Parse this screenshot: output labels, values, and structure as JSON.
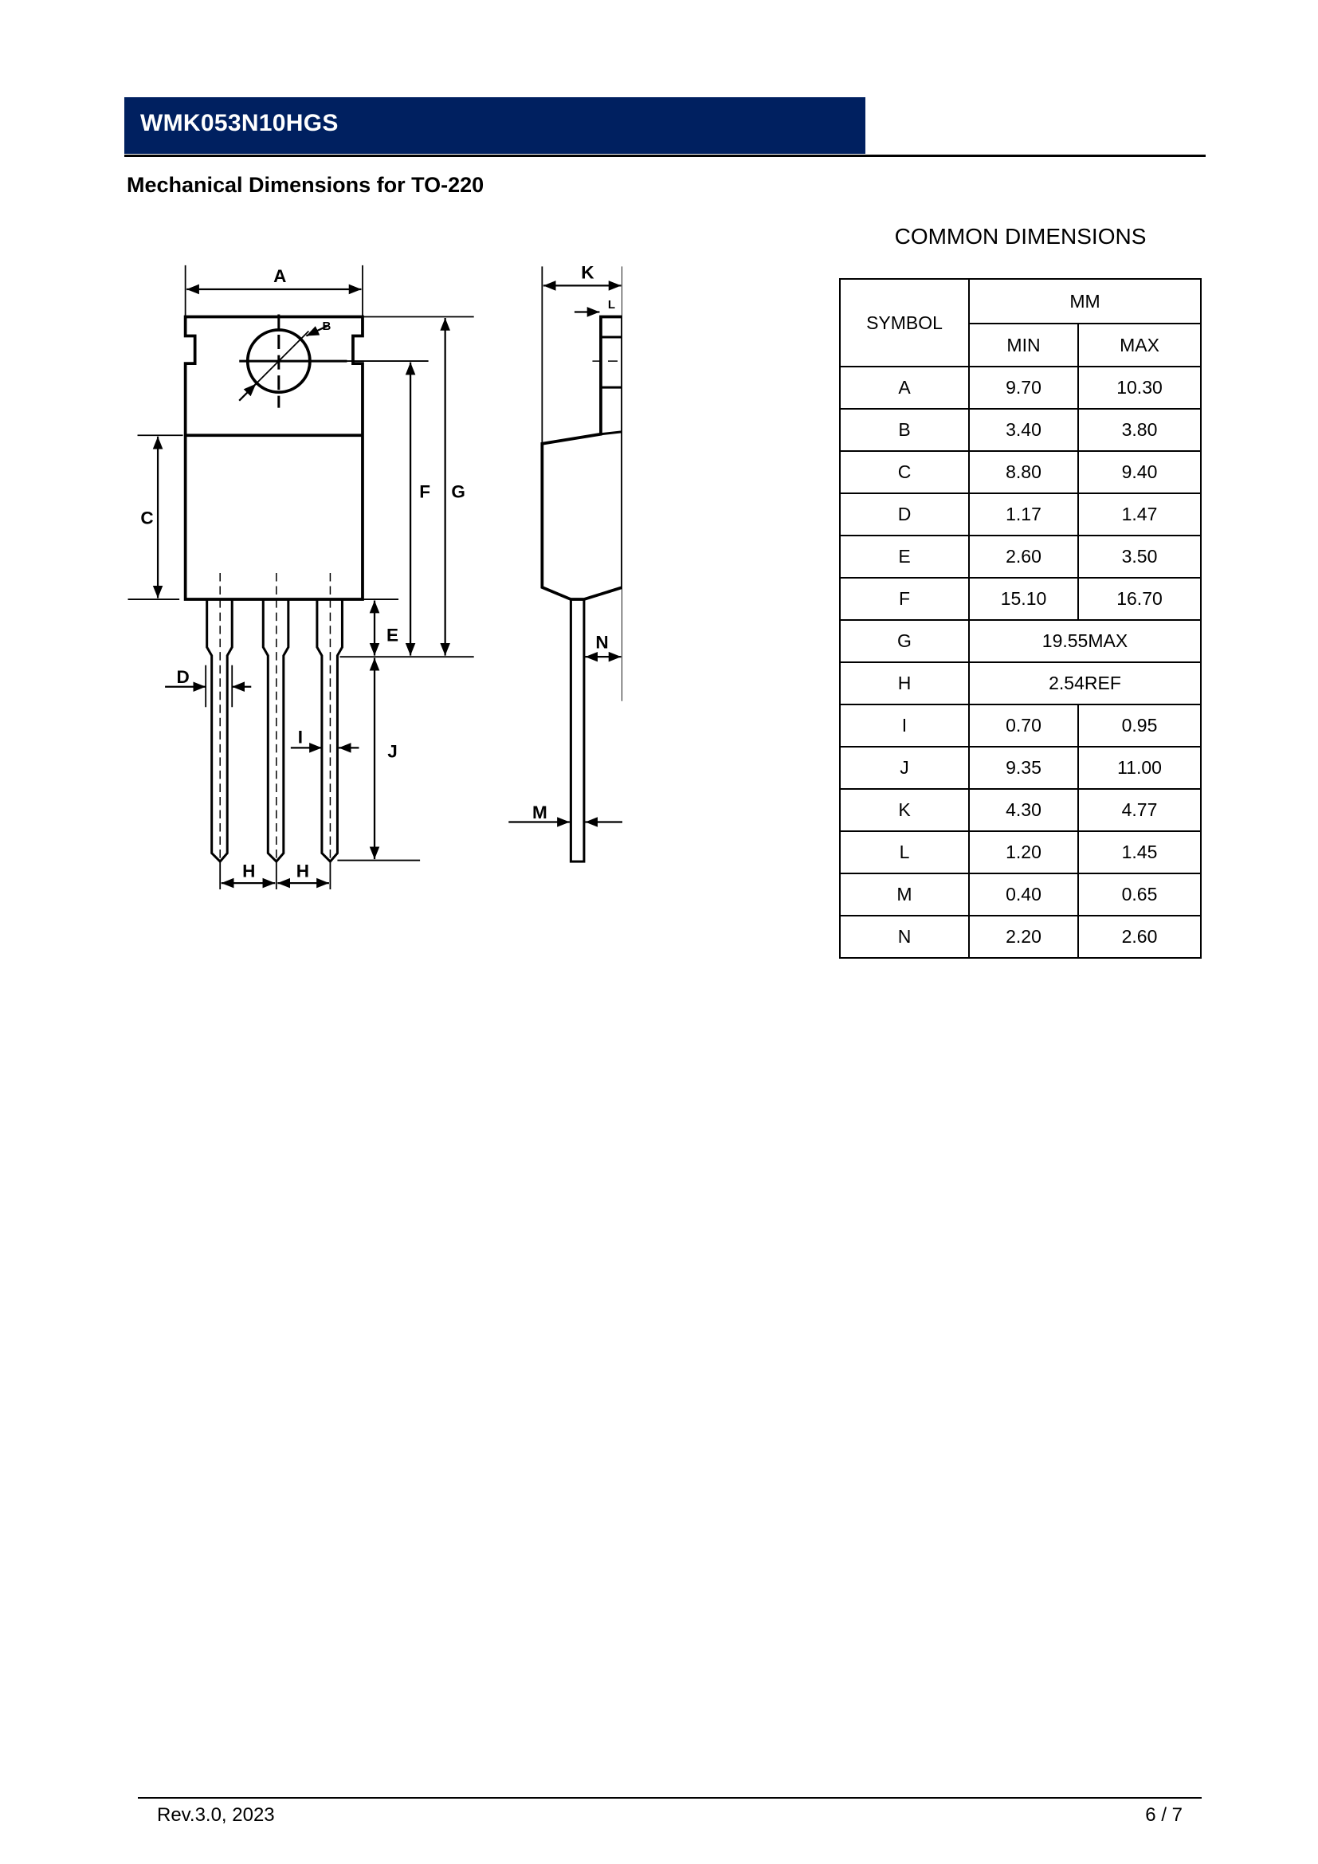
{
  "header": {
    "title": "WMK053N10HGS",
    "bar_color": "#002060"
  },
  "section_title": "Mechanical Dimensions for TO-220",
  "diagram": {
    "labels": {
      "A": "A",
      "B": "B",
      "C": "C",
      "D": "D",
      "E": "E",
      "F": "F",
      "G": "G",
      "H": "H",
      "I": "I",
      "J": "J",
      "K": "K",
      "L": "L",
      "M": "M",
      "N": "N"
    }
  },
  "table": {
    "caption": "COMMON DIMENSIONS",
    "symbol_header": "SYMBOL",
    "unit_header": "MM",
    "min_header": "MIN",
    "max_header": "MAX",
    "rows": [
      {
        "symbol": "A",
        "min": "9.70",
        "max": "10.30"
      },
      {
        "symbol": "B",
        "min": "3.40",
        "max": "3.80"
      },
      {
        "symbol": "C",
        "min": "8.80",
        "max": "9.40"
      },
      {
        "symbol": "D",
        "min": "1.17",
        "max": "1.47"
      },
      {
        "symbol": "E",
        "min": "2.60",
        "max": "3.50"
      },
      {
        "symbol": "F",
        "min": "15.10",
        "max": "16.70"
      },
      {
        "symbol": "G",
        "value": "19.55MAX"
      },
      {
        "symbol": "H",
        "value": "2.54REF"
      },
      {
        "symbol": "I",
        "min": "0.70",
        "max": "0.95"
      },
      {
        "symbol": "J",
        "min": "9.35",
        "max": "11.00"
      },
      {
        "symbol": "K",
        "min": "4.30",
        "max": "4.77"
      },
      {
        "symbol": "L",
        "min": "1.20",
        "max": "1.45"
      },
      {
        "symbol": "M",
        "min": "0.40",
        "max": "0.65"
      },
      {
        "symbol": "N",
        "min": "2.20",
        "max": "2.60"
      }
    ]
  },
  "footer": {
    "revision": "Rev.3.0, 2023",
    "page": "6 / 7"
  }
}
